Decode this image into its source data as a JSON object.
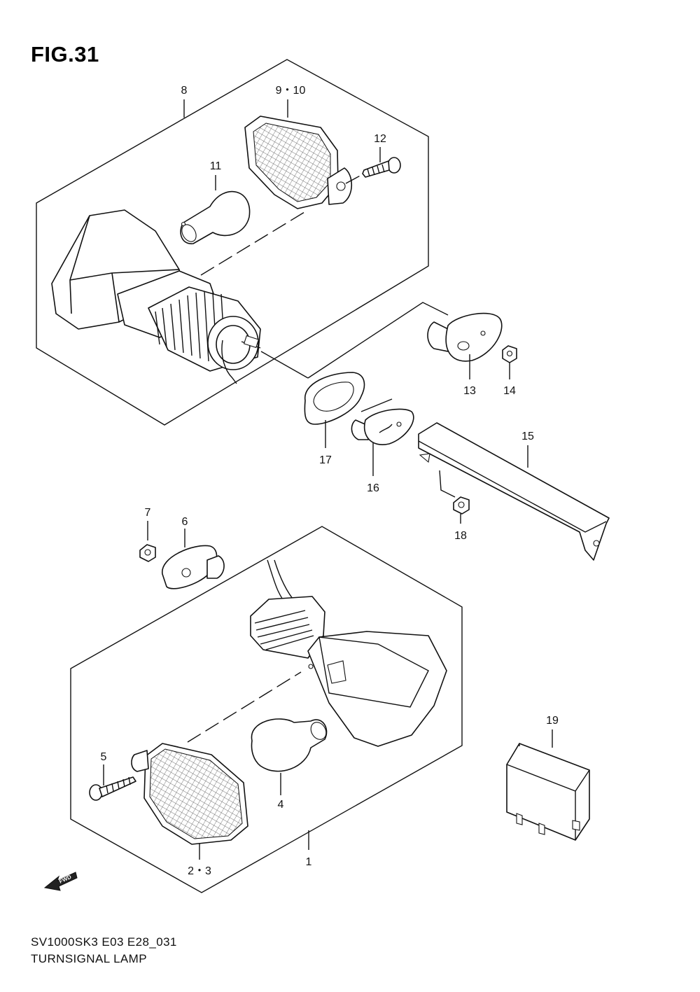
{
  "figure": {
    "title": "FIG.31",
    "model_code": "SV1000SK3 E03 E28_031",
    "name": "TURNSIGNAL LAMP",
    "fwd_marker": "FWD"
  },
  "callouts": [
    {
      "id": "8",
      "label": "8"
    },
    {
      "id": "9-10",
      "label": "9・10"
    },
    {
      "id": "12",
      "label": "12"
    },
    {
      "id": "11",
      "label": "11"
    },
    {
      "id": "13",
      "label": "13"
    },
    {
      "id": "14",
      "label": "14"
    },
    {
      "id": "17",
      "label": "17"
    },
    {
      "id": "16",
      "label": "16"
    },
    {
      "id": "15",
      "label": "15"
    },
    {
      "id": "18",
      "label": "18"
    },
    {
      "id": "7",
      "label": "7"
    },
    {
      "id": "6",
      "label": "6"
    },
    {
      "id": "19",
      "label": "19"
    },
    {
      "id": "5",
      "label": "5"
    },
    {
      "id": "4",
      "label": "4"
    },
    {
      "id": "2-3",
      "label": "2・3"
    },
    {
      "id": "1",
      "label": "1"
    }
  ]
}
